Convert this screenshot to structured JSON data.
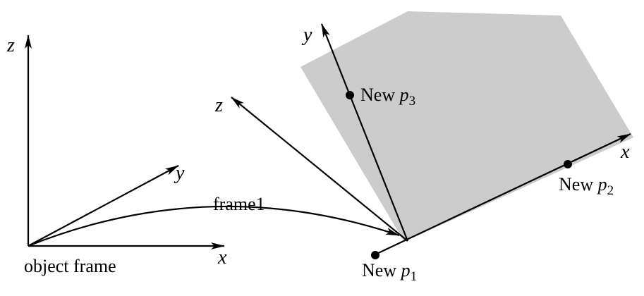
{
  "object_frame": {
    "caption": "object frame",
    "axes": {
      "x": "x",
      "y": "y",
      "z": "z"
    }
  },
  "transform": {
    "label": "frame1"
  },
  "new_frame": {
    "axes": {
      "x": "x",
      "y": "y",
      "z": "z"
    },
    "points": [
      {
        "prefix": "New ",
        "var": "p",
        "sub": "1"
      },
      {
        "prefix": "New ",
        "var": "p",
        "sub": "2"
      },
      {
        "prefix": "New ",
        "var": "p",
        "sub": "3"
      }
    ]
  },
  "colors": {
    "plane": "#cccccc",
    "ink": "#000000"
  }
}
